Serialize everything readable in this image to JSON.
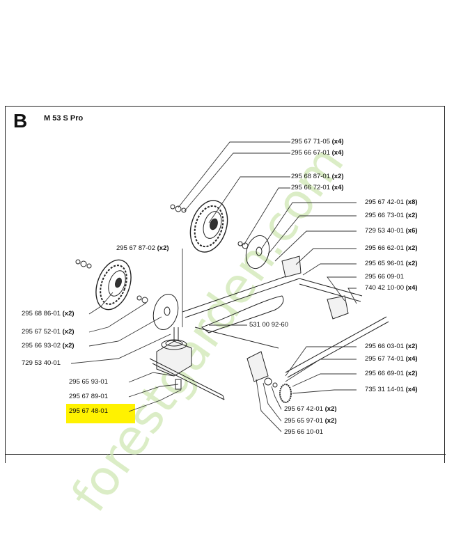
{
  "section": "B",
  "model": "M 53 S Pro",
  "watermark": "forestgarden.com",
  "colors": {
    "highlight": "#fff200",
    "watermark": "#c8e6a8",
    "watermark_orange": "#f3b46b",
    "line": "#222222"
  },
  "parts": [
    {
      "id": "p1",
      "number": "295 67 71-05",
      "qty": "(x4)"
    },
    {
      "id": "p2",
      "number": "295 66 67-01",
      "qty": "(x4)"
    },
    {
      "id": "p3",
      "number": "295 68 87-01",
      "qty": "(x2)"
    },
    {
      "id": "p4",
      "number": "295 66 72-01",
      "qty": "(x4)"
    },
    {
      "id": "p5",
      "number": "295 67 42-01",
      "qty": "(x8)"
    },
    {
      "id": "p6",
      "number": "295 66 73-01",
      "qty": "(x2)"
    },
    {
      "id": "p7",
      "number": "729 53 40-01",
      "qty": "(x6)"
    },
    {
      "id": "p8",
      "number": "295 67 87-02",
      "qty": "(x2)"
    },
    {
      "id": "p9",
      "number": "295 66 62-01",
      "qty": "(x2)"
    },
    {
      "id": "p10",
      "number": "295 65 96-01",
      "qty": "(x2)"
    },
    {
      "id": "p11",
      "number": "295 66 09-01",
      "qty": ""
    },
    {
      "id": "p12",
      "number": "740 42 10-00",
      "qty": "(x4)"
    },
    {
      "id": "p13",
      "number": "295 68 86-01",
      "qty": "(x2)"
    },
    {
      "id": "p14",
      "number": "295 67 52-01",
      "qty": "(x2)"
    },
    {
      "id": "p15",
      "number": "531 00 92-60",
      "qty": ""
    },
    {
      "id": "p16",
      "number": "295 66 93-02",
      "qty": "(x2)"
    },
    {
      "id": "p17",
      "number": "729 53 40-01",
      "qty": ""
    },
    {
      "id": "p18",
      "number": "295 66 03-01",
      "qty": "(x2)"
    },
    {
      "id": "p19",
      "number": "295 67 74-01",
      "qty": "(x4)"
    },
    {
      "id": "p20",
      "number": "295 66 69-01",
      "qty": "(x2)"
    },
    {
      "id": "p21",
      "number": "295 65 93-01",
      "qty": ""
    },
    {
      "id": "p22",
      "number": "735 31 14-01",
      "qty": "(x4)"
    },
    {
      "id": "p23",
      "number": "295 67 89-01",
      "qty": ""
    },
    {
      "id": "p24",
      "number": "295 67 48-01",
      "qty": ""
    },
    {
      "id": "p25",
      "number": "295 67 42-01",
      "qty": "(x2)"
    },
    {
      "id": "p26",
      "number": "295 65 97-01",
      "qty": "(x2)"
    },
    {
      "id": "p27",
      "number": "295 66 10-01",
      "qty": ""
    }
  ]
}
